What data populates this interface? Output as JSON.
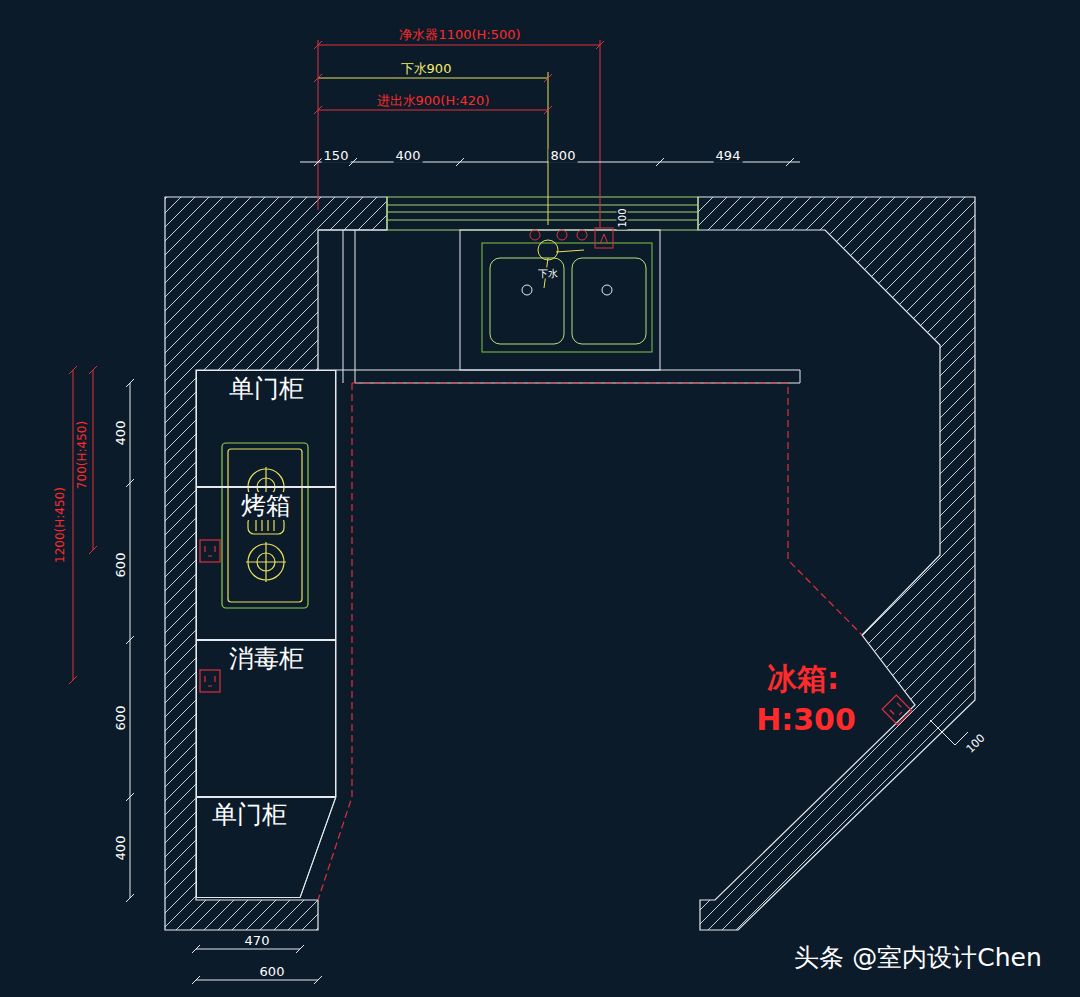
{
  "diagram": {
    "nodes": [
      {
        "text": [
          "单门柜"
        ]
      },
      {
        "text": [
          "烤箱"
        ]
      },
      {
        "text": [
          "消毒柜"
        ]
      },
      {
        "text": [
          "单门柜"
        ]
      }
    ],
    "labels": [
      "净水器1100(H:500)",
      "下水900",
      "进出水900(H:420)",
      "150",
      "400",
      "800",
      "494",
      "下水",
      "100",
      "1200(H:450)",
      "700(H:450)",
      "400",
      "600",
      "600",
      "400",
      "470",
      "600",
      "冰箱:",
      "H:300",
      "100",
      "头条 @室内设计Chen"
    ]
  }
}
